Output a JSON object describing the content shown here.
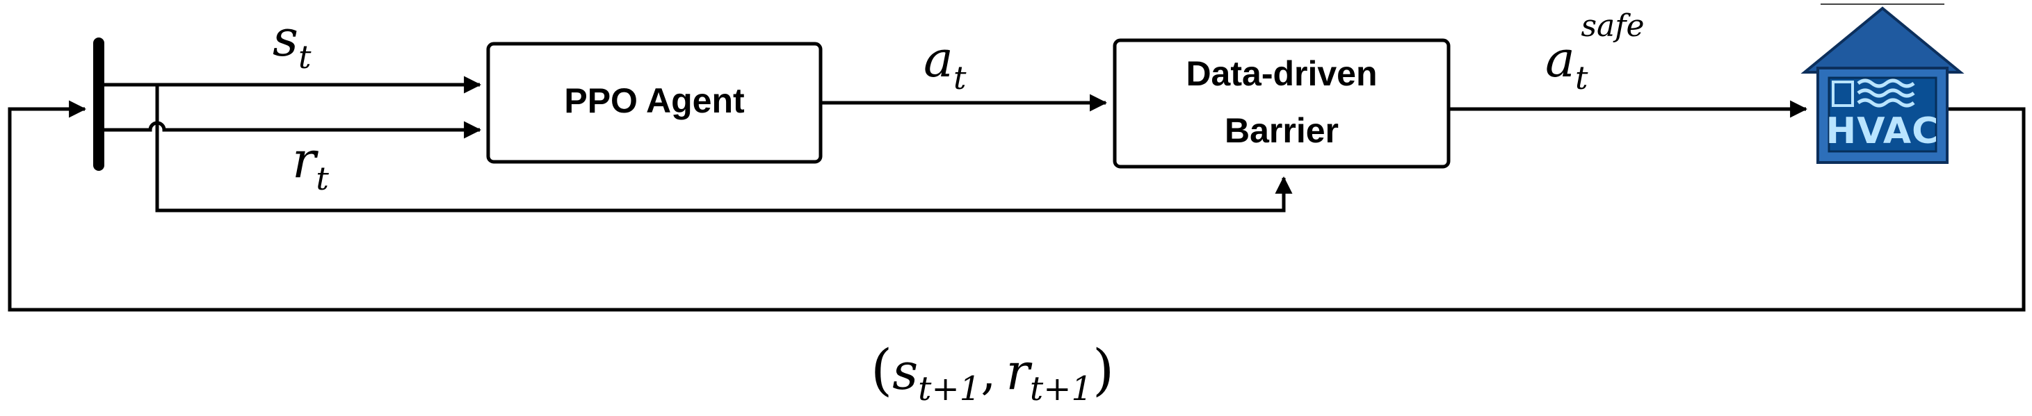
{
  "blocks": {
    "agent": "PPO Agent",
    "barrier_line1": "Data-driven",
    "barrier_line2": "Barrier"
  },
  "signals": {
    "state": {
      "base": "s",
      "sub": "t"
    },
    "reward": {
      "base": "r",
      "sub": "t"
    },
    "action": {
      "base": "a",
      "sub": "t"
    },
    "safe_action": {
      "base": "a",
      "sub": "t",
      "sup": "safe"
    },
    "feedback": {
      "open": "(",
      "s_base": "s",
      "s_sub": "t+1",
      "sep": ",",
      "r_base": "r",
      "r_sub": "t+1",
      "close": ")"
    }
  },
  "environment": {
    "label": "HVAC",
    "icon": "house-hvac-icon",
    "colors": {
      "roof": "#1f5aa0",
      "body": "#2d6fba",
      "panel": "#0a4f94",
      "text": "#b9e4ff"
    }
  }
}
